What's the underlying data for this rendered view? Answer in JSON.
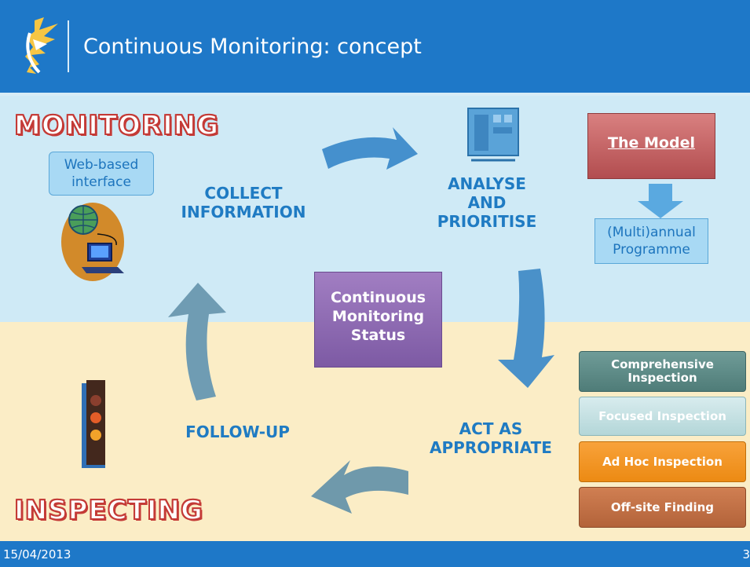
{
  "header": {
    "title": "Continuous Monitoring: concept"
  },
  "labels": {
    "monitoring": "MONITORING",
    "inspecting": "INSPECTING"
  },
  "boxes": {
    "web": [
      "Web-based",
      "interface"
    ],
    "model": "The Model",
    "programme": [
      "(Multi)annual",
      "Programme"
    ],
    "status": [
      "Continuous",
      "Monitoring",
      "Status"
    ]
  },
  "steps": {
    "collect": [
      "COLLECT",
      "INFORMATION"
    ],
    "analyse": [
      "ANALYSE",
      "AND",
      "PRIORITISE"
    ],
    "act": [
      "ACT AS",
      "APPROPRIATE"
    ],
    "followup": "FOLLOW-UP"
  },
  "inspections": [
    "Comprehensive Inspection",
    "Focused Inspection",
    "Ad Hoc Inspection",
    "Off-site Finding"
  ],
  "footer": {
    "date": "15/04/2013",
    "page": "3"
  },
  "colors": {
    "accent": "#1e78c8",
    "step_text": "#1f7bc3",
    "label_red": "#c43a36"
  },
  "icons": [
    "star-logo-icon",
    "globe-computer-icon",
    "chip-icon",
    "traffic-light-icon"
  ]
}
